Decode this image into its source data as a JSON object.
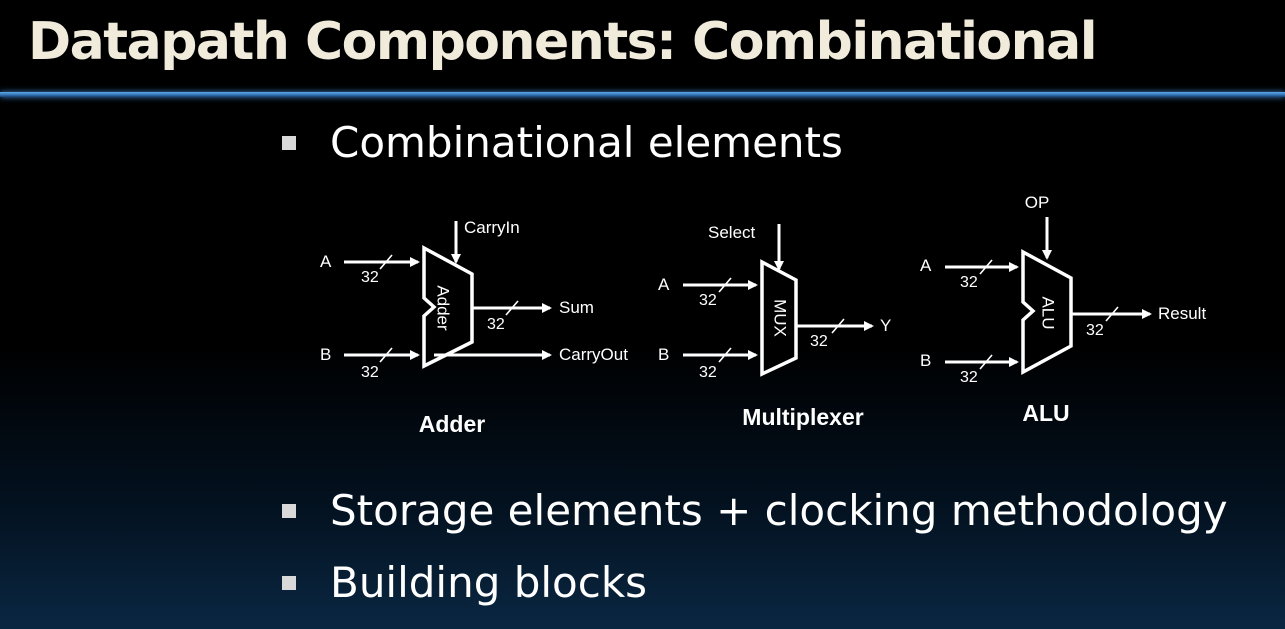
{
  "slide": {
    "title": "Datapath Components: Combinational",
    "bullets": [
      "Combinational elements",
      "Storage elements + clocking methodology",
      "Building blocks"
    ]
  },
  "adder": {
    "caption": "Adder",
    "block_label": "Adder",
    "input_a": "A",
    "input_b": "B",
    "carry_in": "CarryIn",
    "sum": "Sum",
    "carry_out": "CarryOut",
    "width_a": "32",
    "width_b": "32",
    "width_sum": "32"
  },
  "mux": {
    "caption": "Multiplexer",
    "block_label": "MUX",
    "input_a": "A",
    "input_b": "B",
    "select": "Select",
    "output": "Y",
    "width_a": "32",
    "width_b": "32",
    "width_out": "32"
  },
  "alu": {
    "caption": "ALU",
    "block_label": "ALU",
    "input_a": "A",
    "input_b": "B",
    "op": "OP",
    "result": "Result",
    "width_a": "32",
    "width_b": "32",
    "width_out": "32"
  },
  "colors": {
    "title_text": "#f1ebdc",
    "title_rule": "#3c82cc",
    "background": "#000000"
  }
}
